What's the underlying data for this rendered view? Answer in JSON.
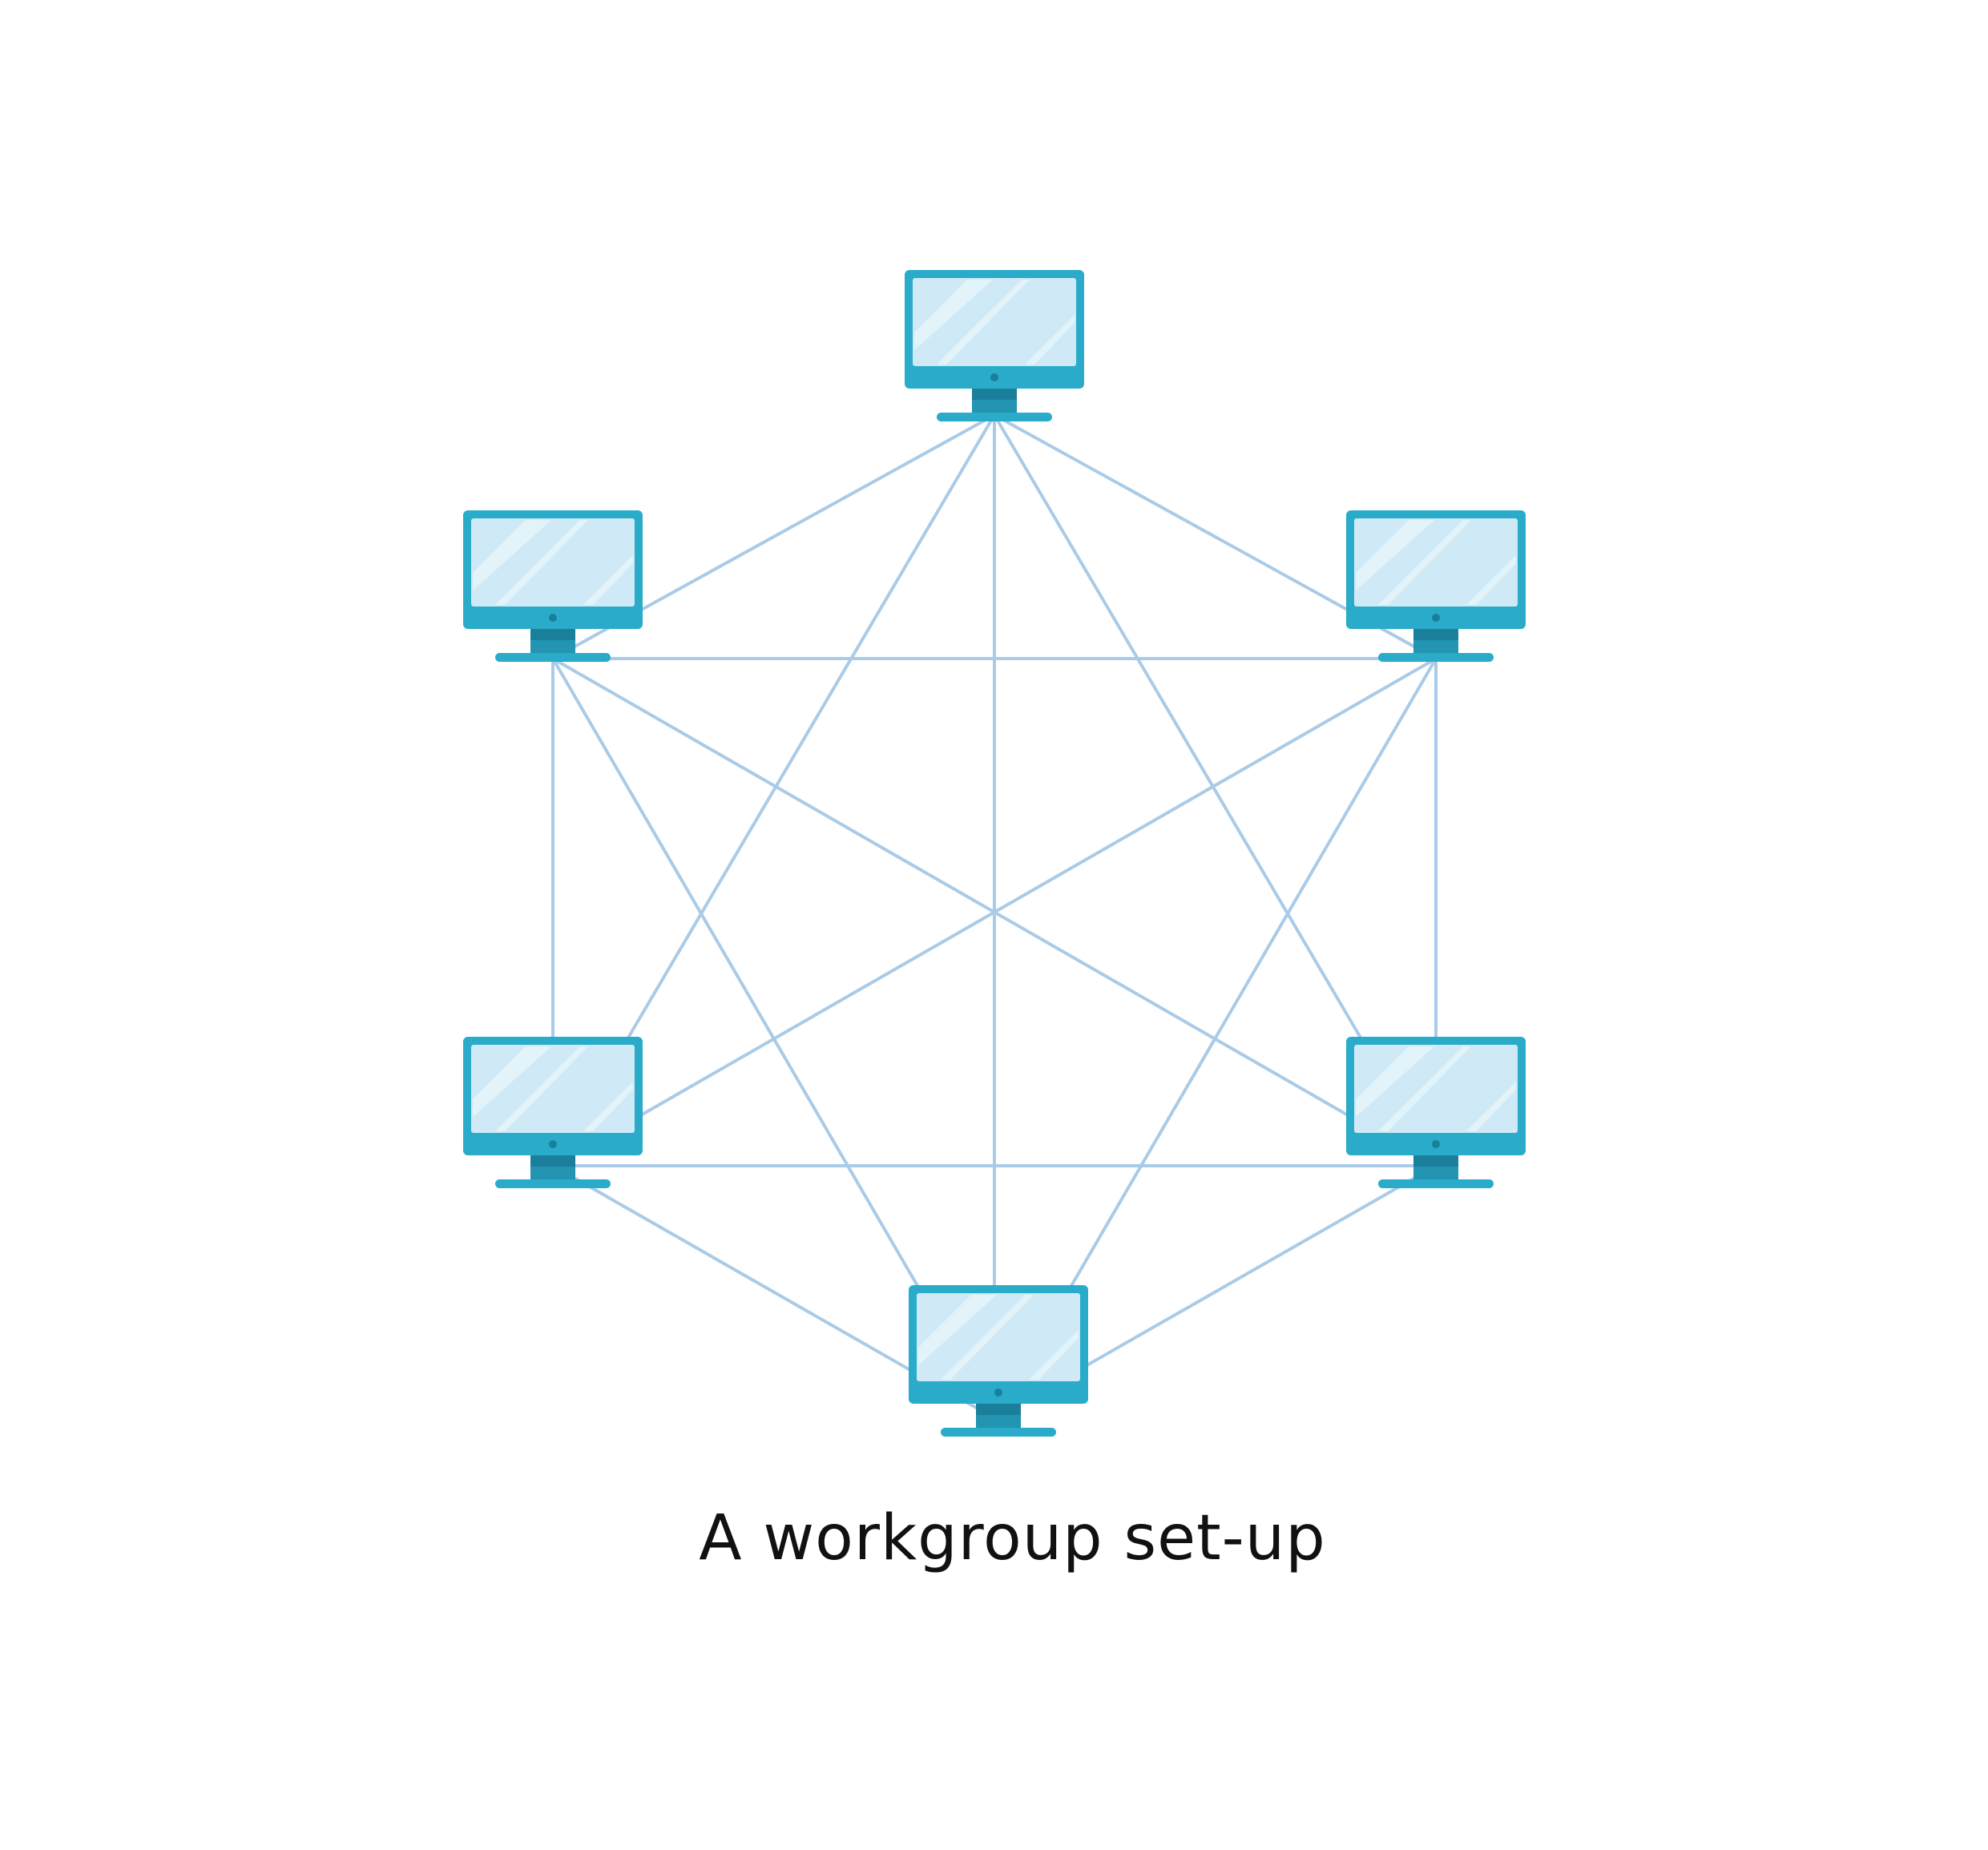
{
  "caption": "A workgroup set-up",
  "colors": {
    "background": "#ffffff",
    "link": "#a9cbe8",
    "monitor_frame": "#29abc9",
    "monitor_screen": "#cfeaf6",
    "monitor_glare": "#e4f4fb",
    "monitor_neck_dark": "#1a7f9a",
    "monitor_neck": "#2394b1",
    "caption_text": "#111111"
  },
  "nodes": [
    {
      "name": "computer-top"
    },
    {
      "name": "computer-upper-left"
    },
    {
      "name": "computer-upper-right"
    },
    {
      "name": "computer-lower-left"
    },
    {
      "name": "computer-lower-right"
    },
    {
      "name": "computer-bottom"
    }
  ],
  "topology": "full-mesh"
}
